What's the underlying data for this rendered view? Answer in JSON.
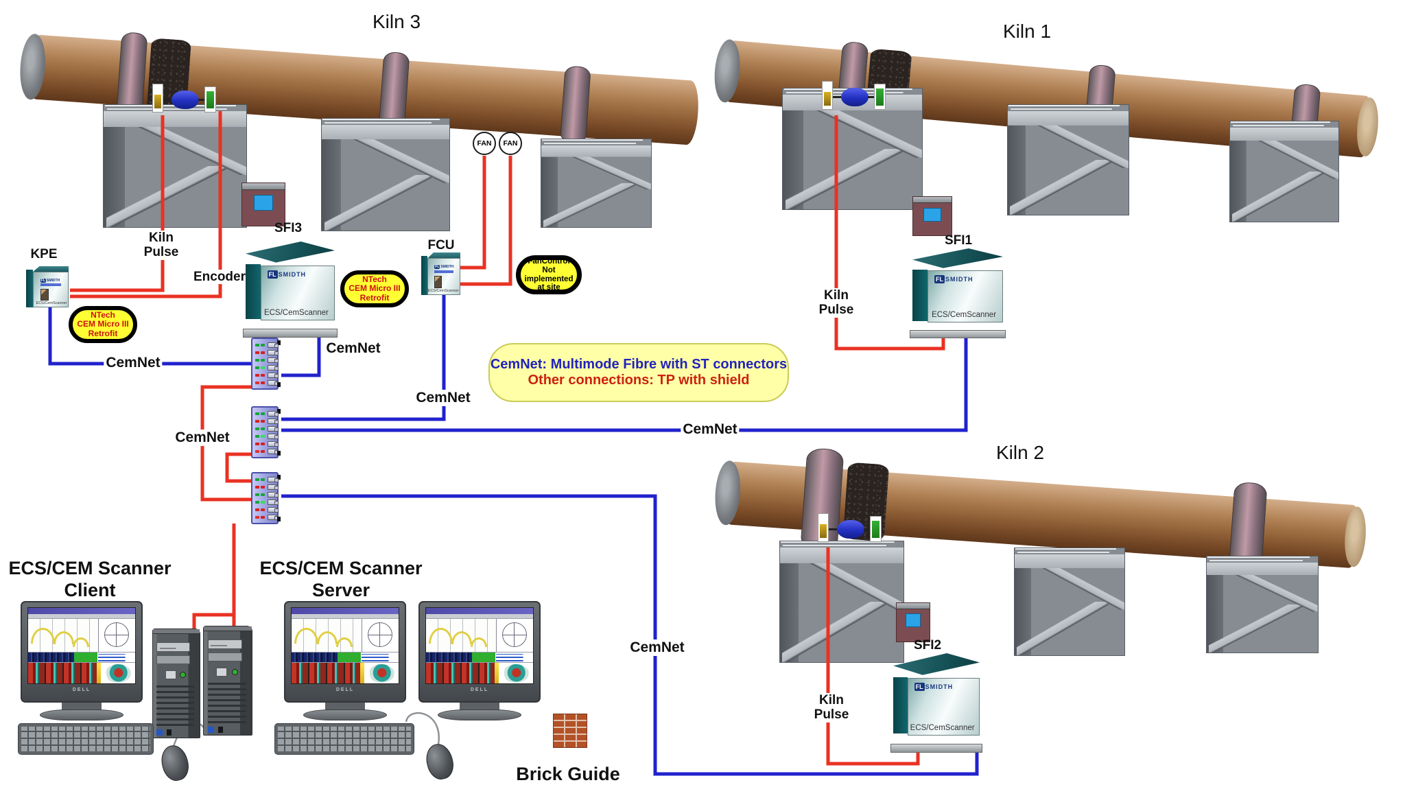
{
  "title_labels": {
    "kiln3": "Kiln 3",
    "kiln1": "Kiln 1",
    "kiln2": "Kiln 2"
  },
  "devices": {
    "kpe": "KPE",
    "sfi3": "SFI3",
    "sfi1": "SFI1",
    "sfi2": "SFI2",
    "fcu": "FCU",
    "fan": "FAN",
    "brand_fl": "FL",
    "brand_smidth": "Smidth",
    "scanner_text": "ECS/CemScanner",
    "monitor_brand": "DELL"
  },
  "wires": {
    "cemnet": "CemNet",
    "kiln_pulse": "Kiln\nPulse",
    "encoder": "Encoder"
  },
  "callouts": {
    "ntech": "NTech\nCEM Micro III\nRetrofit",
    "fancontrol": "FanControl\nNot\nimplemented\nat site"
  },
  "legend": {
    "line1": "CemNet: Multimode Fibre with ST connectors",
    "line2": "Other connections: TP with shield"
  },
  "stations": {
    "client_line1": "ECS/CEM Scanner",
    "client_line2": "Client",
    "server_line1": "ECS/CEM Scanner",
    "server_line2": "Server"
  },
  "brick": {
    "label": "Brick Guide"
  },
  "colors": {
    "cemnet_blue": "#2122cc",
    "tp_red": "#e93223",
    "callout_yellow": "#ffff33",
    "callout_text_red": "#cc1111",
    "legend_yellow": "#ffffa8",
    "legend_blue": "#2222bb",
    "legend_red": "#cc2211"
  }
}
